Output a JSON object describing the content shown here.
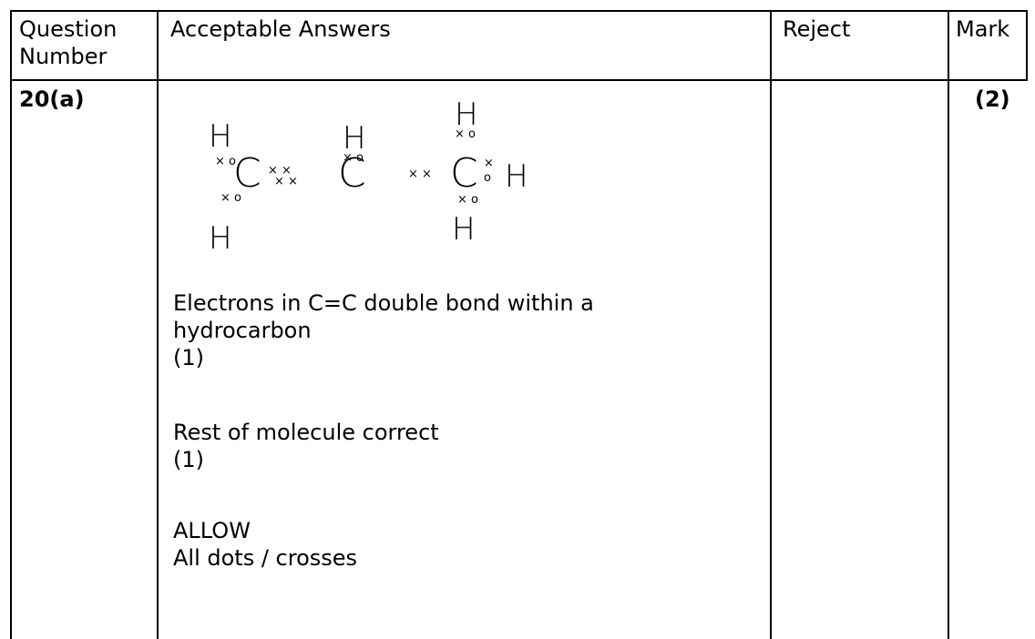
{
  "header": {
    "question_number": "Question\nNumber",
    "acceptable_answers": "Acceptable Answers",
    "reject": "Reject",
    "mark": "Mark"
  },
  "row": {
    "question_number": "20(a)",
    "mark": "(2)",
    "answer_point_1": "Electrons in C=C double bond within a\nhydrocarbon\n(1)",
    "answer_point_2": "Rest of molecule correct\n(1)",
    "allow_label": "ALLOW",
    "allow_text": "All dots / crosses"
  },
  "diagram": {
    "atoms": {
      "h_top_left": "H",
      "h_bottom_left": "H",
      "c1": "C",
      "h_top_mid": "H",
      "c2": "C",
      "h_top_right": "H",
      "c3": "C",
      "h_right": "H",
      "h_bottom_right": "H"
    }
  }
}
